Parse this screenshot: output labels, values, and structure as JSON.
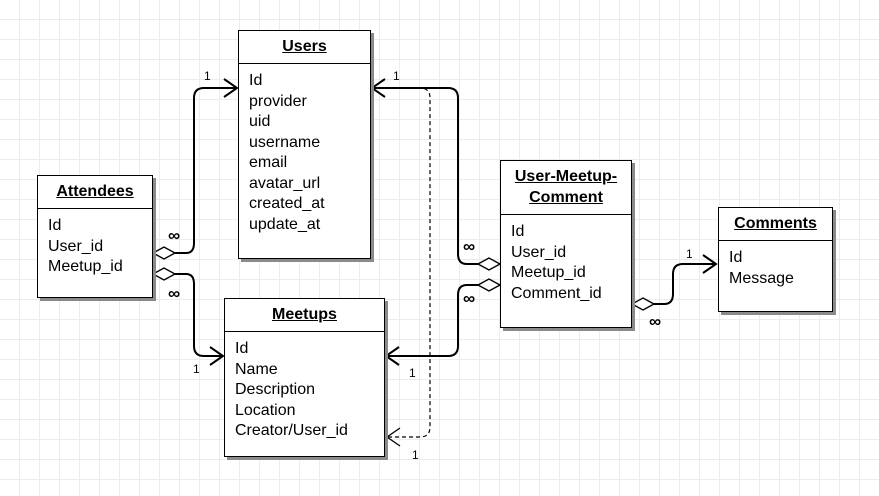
{
  "entities": {
    "users": {
      "title": "Users",
      "attributes": [
        "Id",
        "provider",
        "uid",
        "username",
        "email",
        "avatar_url",
        "created_at",
        "update_at"
      ]
    },
    "attendees": {
      "title": "Attendees",
      "attributes": [
        "Id",
        "User_id",
        "Meetup_id"
      ]
    },
    "meetups": {
      "title": "Meetups",
      "attributes": [
        "Id",
        "Name",
        "Description",
        "Location",
        "Creator/User_id"
      ]
    },
    "user_meetup_comment": {
      "title_line1": "User-Meetup-",
      "title_line2": "Comment",
      "attributes": [
        "Id",
        "User_id",
        "Meetup_id",
        "Comment_id"
      ]
    },
    "comments": {
      "title": "Comments",
      "attributes": [
        "Id",
        "Message"
      ]
    }
  },
  "multiplicity": {
    "one": "1",
    "many": "∞"
  }
}
